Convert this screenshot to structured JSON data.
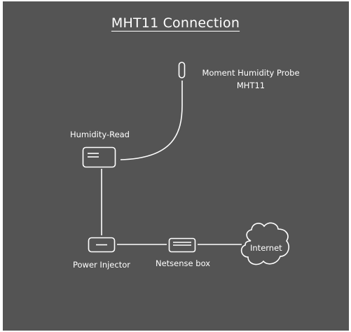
{
  "title": "MHT11 Connection",
  "nodes": {
    "probe": {
      "label_line1": "Moment Humidity Probe",
      "label_line2": "MHT11"
    },
    "humidity_read": {
      "label": "Humidity-Read"
    },
    "power_injector": {
      "label": "Power Injector"
    },
    "netsense_box": {
      "label": "Netsense box"
    },
    "internet": {
      "label": "Internet"
    }
  },
  "colors": {
    "background": "#545454",
    "foreground": "#ffffff"
  }
}
